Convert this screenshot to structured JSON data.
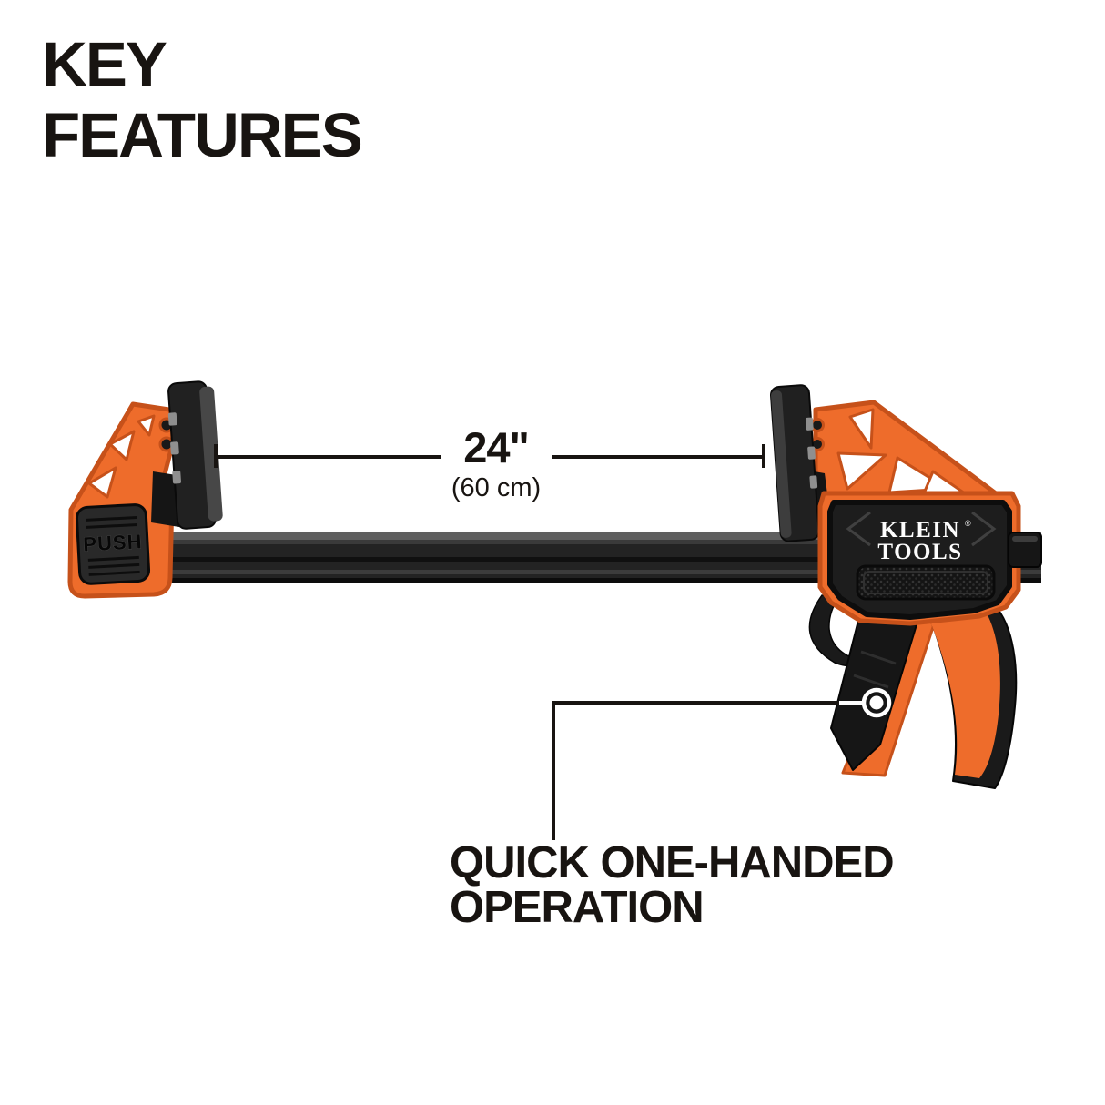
{
  "page": {
    "background_color": "#ffffff"
  },
  "title": {
    "text": "KEY FEATURES"
  },
  "dimension": {
    "value": "24\"",
    "metric": "(60 cm)"
  },
  "feature_callout": {
    "text": "QUICK ONE-HANDED OPERATION"
  },
  "product": {
    "type": "quick-release one-handed bar clamp",
    "brand": {
      "line1": "KLEIN",
      "line2": "TOOLS",
      "registered_mark": "®"
    },
    "push_label": "PUSH",
    "colors": {
      "page-bg": "#ffffff",
      "orange": "#ee6c2b",
      "orange-dark": "#c6511a",
      "part-black": "#1c1c1c",
      "ink": "#181411"
    }
  }
}
